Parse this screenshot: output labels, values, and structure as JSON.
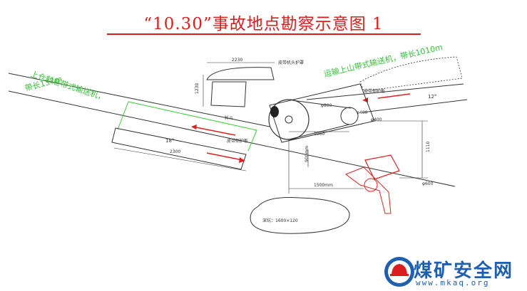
{
  "title": "“10.30”事故地点勘察示意图 1",
  "labels": {
    "belt_head_cover": "皮带机头护罩",
    "upper_incline": "上仓斜巷带式输送机，",
    "upper_belt_length": "带长137m",
    "hill_conveyor": "运输上山带式输送机，带长1010m",
    "belt_side_guard_left": "皮带侧护板",
    "belt_side_guard_right": "皮带侧护板",
    "bucket": "料斗",
    "pit": "深坑：1600×120",
    "diam_main": "φ800",
    "diam_roller": "φ400",
    "diam_low": "φ400",
    "diam_bottom": "φ600"
  },
  "dimensions": {
    "d_2230": "2230",
    "d_1230": "1230",
    "d_1060": "1060",
    "d_1110": "1110",
    "d_1500": "1500mm",
    "d_2300": "2300",
    "d_900": "900mm",
    "angle_18": "18°",
    "angle_12": "12°"
  },
  "watermark": {
    "name": "煤矿安全网",
    "url": "www.mkaq.org"
  }
}
